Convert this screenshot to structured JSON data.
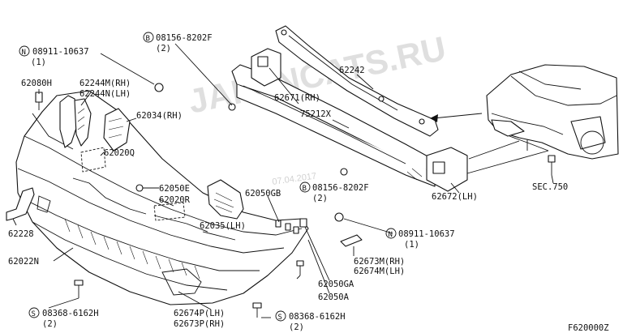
{
  "watermark": {
    "text": "JAPANCATS.RU",
    "date": "07.04.2017"
  },
  "diagram_code": "F620000Z",
  "labels": {
    "bolt_top_left": {
      "code": "08911-10637",
      "prefix": "N",
      "qty": "(1)"
    },
    "bolt_top_mid": {
      "code": "08156-8202F",
      "prefix": "B",
      "qty": "(2)"
    },
    "p62080H": "62080H",
    "p62244M_RH": "62244M(RH)",
    "p62244N_LH": "62244N(LH)",
    "p62034_RH": "62034(RH)",
    "p62020Q": "62020Q",
    "p62050E": "62050E",
    "p62020R": "62020R",
    "p62228": "62228",
    "p62022N": "62022N",
    "p62035_LH": "62035(LH)",
    "p62050GB": "62050GB",
    "bolt_mid": {
      "code": "08156-8202F",
      "prefix": "B",
      "qty": "(2)"
    },
    "p62242": "62242",
    "p62671_RH": "62671(RH)",
    "p75212X": "75212X",
    "p62672_LH": "62672(LH)",
    "sec750": "SEC.750",
    "bolt_right": {
      "code": "08911-10637",
      "prefix": "N",
      "qty": "(1)"
    },
    "p62673M_RH": "62673M(RH)",
    "p62674M_LH": "62674M(LH)",
    "p62050GA": "62050GA",
    "p62050A": "62050A",
    "screw_left": {
      "code": "08368-6162H",
      "prefix": "S",
      "qty": "(2)"
    },
    "p62674P_LH": "62674P(LH)",
    "p62673P_RH": "62673P(RH)",
    "screw_bottom": {
      "code": "08368-6162H",
      "prefix": "S",
      "qty": "(2)"
    }
  }
}
